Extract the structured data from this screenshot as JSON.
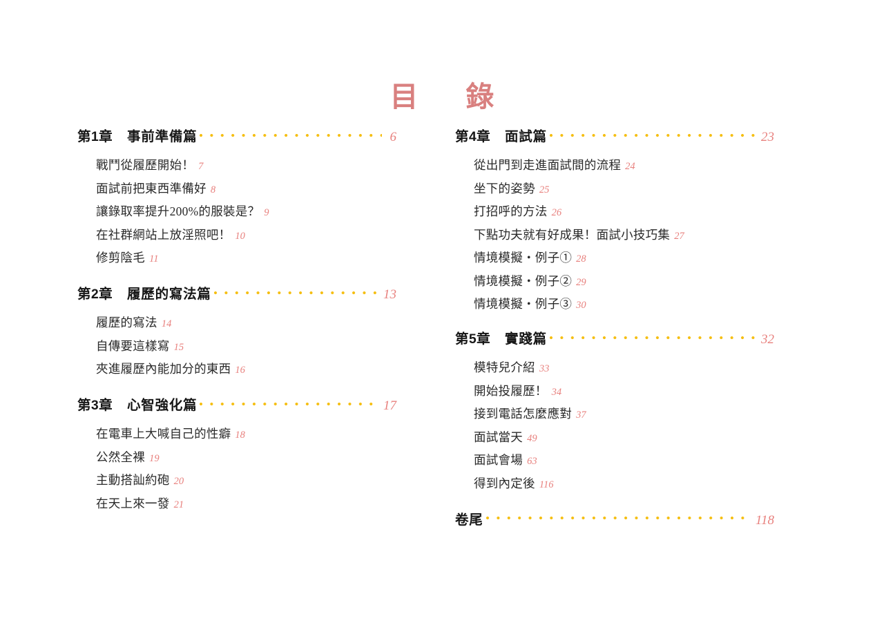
{
  "page": {
    "title": "目　錄",
    "background_color": "#ffffff",
    "title_color": "#d9807f",
    "leader_dot_color": "#f5bf14",
    "page_number_color": "#e8817e",
    "heading_text_color": "#171717",
    "section_text_color": "#2a2a2a"
  },
  "columns": {
    "left": [
      {
        "label": "第1章",
        "name": "事前準備篇",
        "page": "6",
        "sections": [
          {
            "title": "戰鬥從履歷開始！",
            "page": "7"
          },
          {
            "title": "面試前把東西準備好",
            "page": "8"
          },
          {
            "title": "讓錄取率提升200%的服裝是？",
            "page": "9"
          },
          {
            "title": "在社群網站上放淫照吧！",
            "page": "10"
          },
          {
            "title": "修剪陰毛",
            "page": "11"
          }
        ]
      },
      {
        "label": "第2章",
        "name": "履歷的寫法篇",
        "page": "13",
        "sections": [
          {
            "title": "履歷的寫法",
            "page": "14"
          },
          {
            "title": "自傳要這樣寫",
            "page": "15"
          },
          {
            "title": "夾進履歷內能加分的東西",
            "page": "16"
          }
        ]
      },
      {
        "label": "第3章",
        "name": "心智強化篇",
        "page": "17",
        "sections": [
          {
            "title": "在電車上大喊自己的性癖",
            "page": "18"
          },
          {
            "title": "公然全裸",
            "page": "19"
          },
          {
            "title": "主動搭訕約砲",
            "page": "20"
          },
          {
            "title": "在天上來一發",
            "page": "21"
          }
        ]
      }
    ],
    "right": [
      {
        "label": "第4章",
        "name": "面試篇",
        "page": "23",
        "sections": [
          {
            "title": "從出門到走進面試間的流程",
            "page": "24"
          },
          {
            "title": "坐下的姿勢",
            "page": "25"
          },
          {
            "title": "打招呼的方法",
            "page": "26"
          },
          {
            "title": "下點功夫就有好成果！面試小技巧集",
            "page": "27"
          },
          {
            "title": "情境模擬・例子①",
            "page": "28"
          },
          {
            "title": "情境模擬・例子②",
            "page": "29"
          },
          {
            "title": "情境模擬・例子③",
            "page": "30"
          }
        ]
      },
      {
        "label": "第5章",
        "name": "實踐篇",
        "page": "32",
        "sections": [
          {
            "title": "模特兒介紹",
            "page": "33"
          },
          {
            "title": "開始投履歷！",
            "page": "34"
          },
          {
            "title": "接到電話怎麼應對",
            "page": "37"
          },
          {
            "title": "面試當天",
            "page": "49"
          },
          {
            "title": "面試會場",
            "page": "63"
          },
          {
            "title": "得到內定後",
            "page": "116"
          }
        ]
      },
      {
        "label": "",
        "name": "卷尾",
        "page": "118",
        "sections": []
      }
    ]
  }
}
